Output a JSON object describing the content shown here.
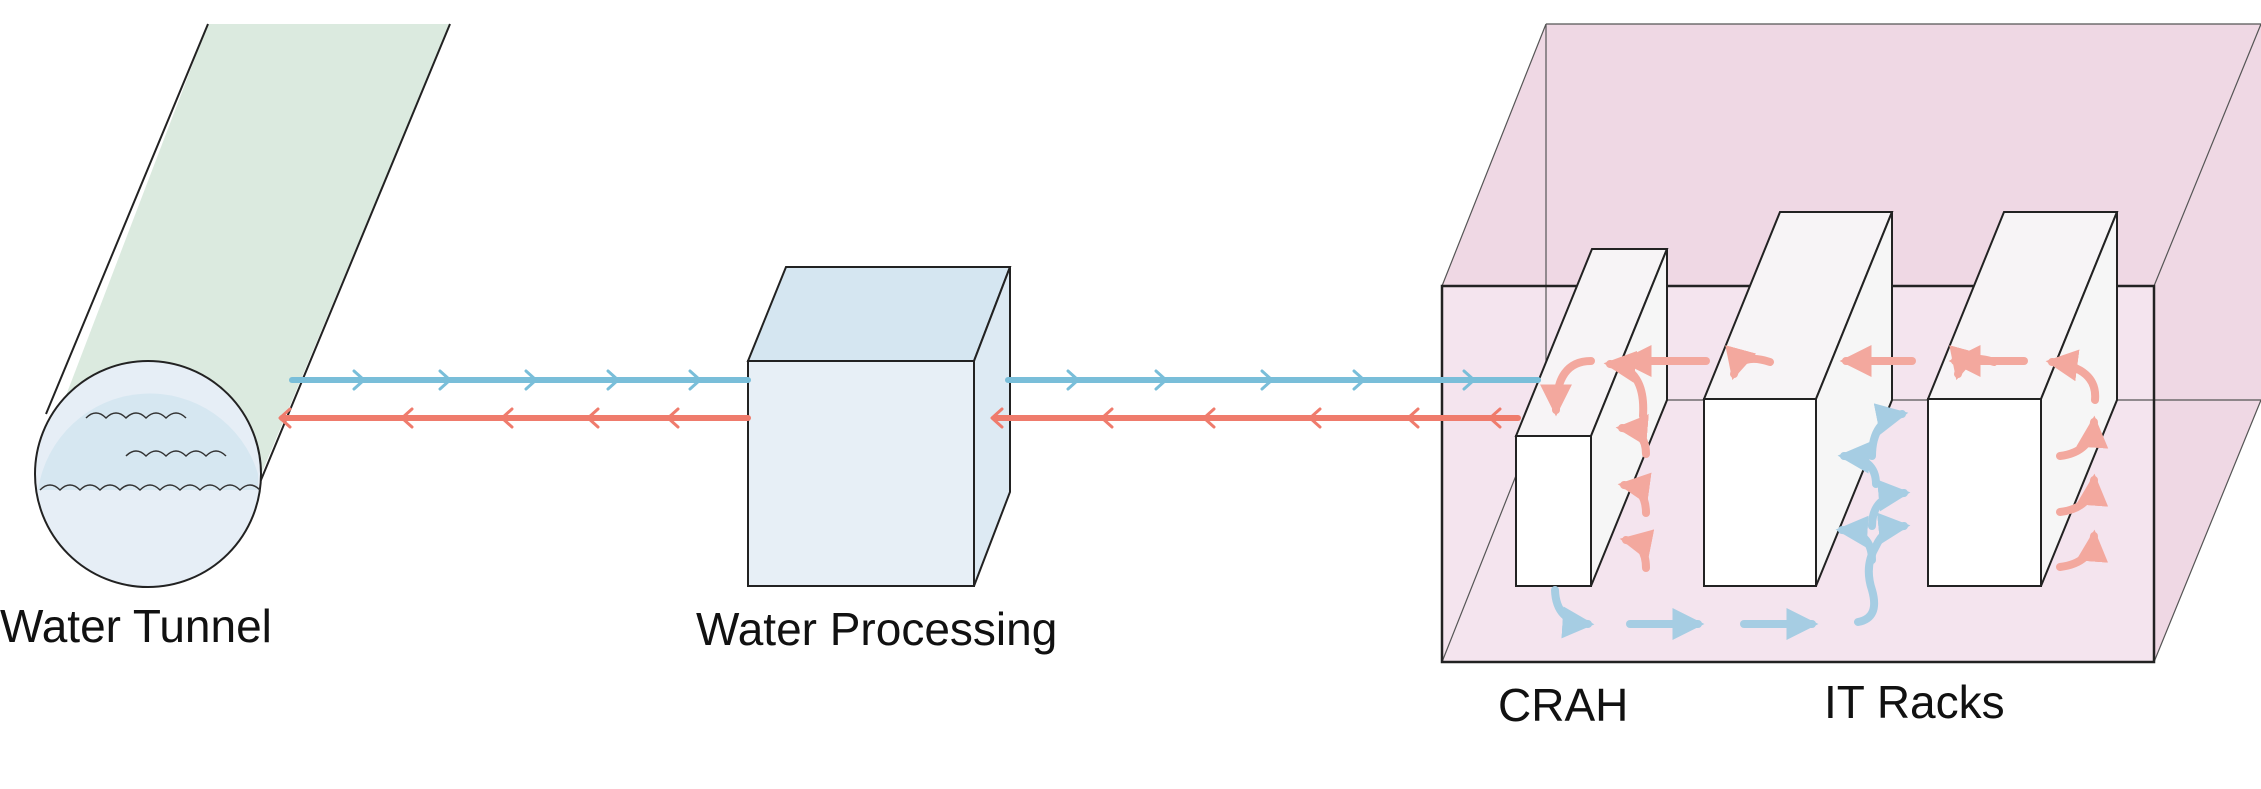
{
  "labels": {
    "water_tunnel": "Water Tunnel",
    "water_processing": "Water Processing",
    "crah": "CRAH",
    "it_racks": "IT Racks"
  },
  "colors": {
    "cold": "#79bed9",
    "hot": "#ef7b6c",
    "cold_air": "#a6cde3",
    "hot_air": "#f3a89e",
    "tunnel_fill": "#dbeadf",
    "water_fill": "#dde9f3",
    "processing_top": "#d5e6f1",
    "processing_front": "#e7eff6",
    "room_fill": "#efd8e4",
    "room_front": "#f4e6ee",
    "rack_fill": "#ffffff",
    "rack_side": "#f6f6f6",
    "outline": "#222222"
  },
  "flows": [
    {
      "name": "cold-supply",
      "color": "cold",
      "direction": "right"
    },
    {
      "name": "hot-return",
      "color": "hot",
      "direction": "left"
    }
  ]
}
